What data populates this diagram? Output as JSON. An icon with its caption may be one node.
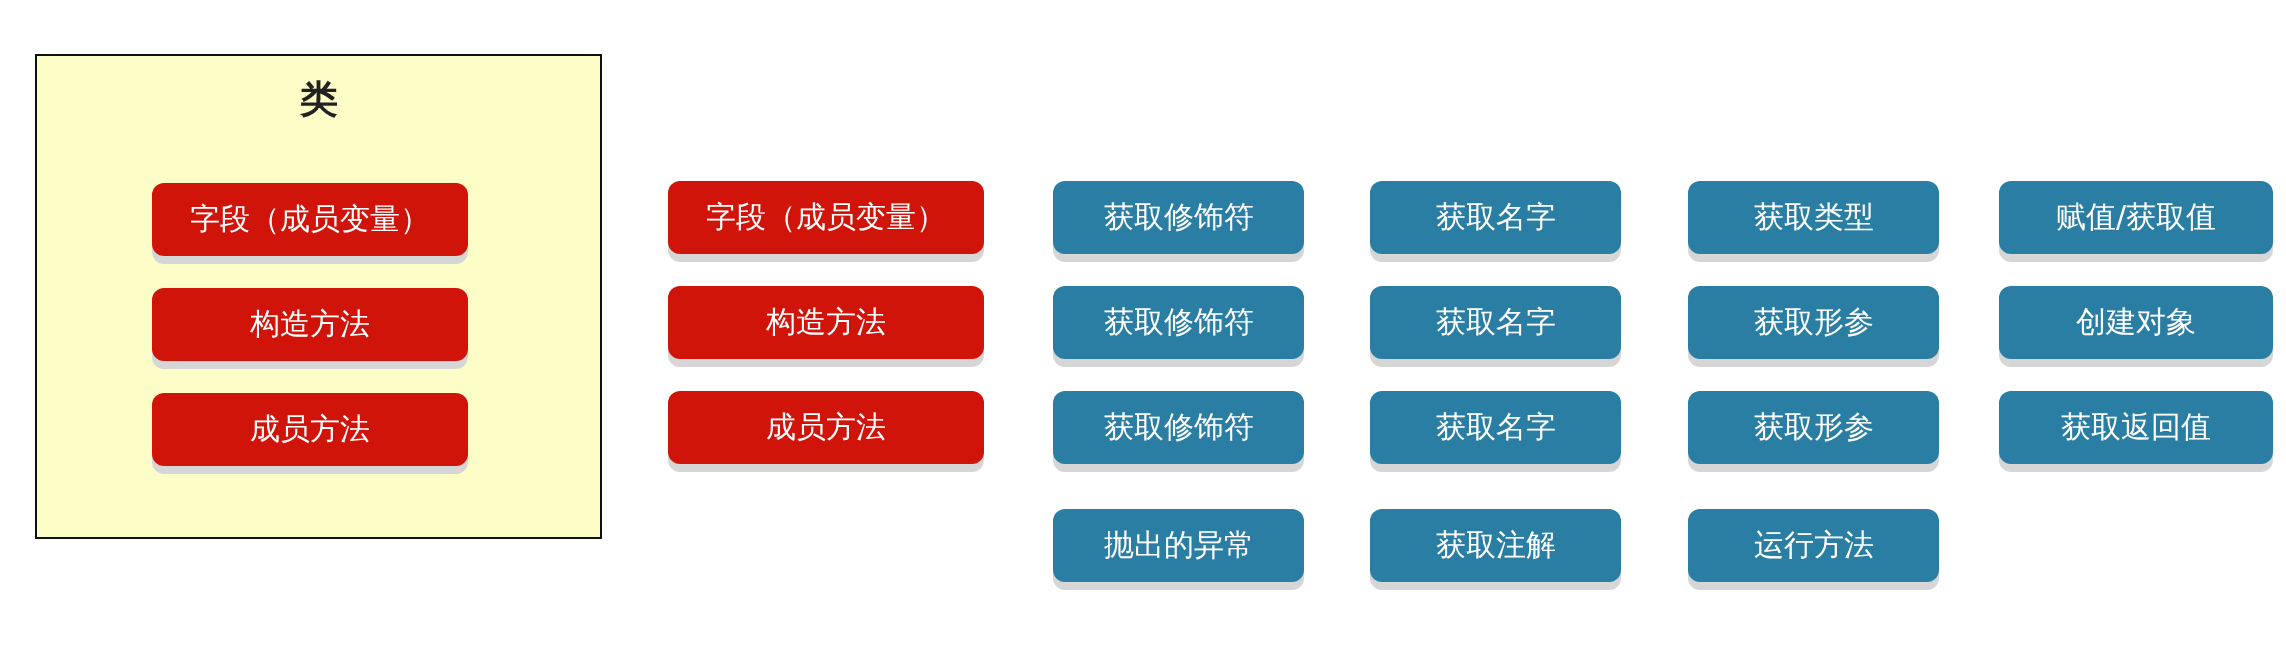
{
  "diagram": {
    "nodes": [
      {
        "text": [
          "类"
        ]
      },
      {
        "text": [
          "字段（成员变量）"
        ],
        "in": 0
      },
      {
        "text": [
          "构造方法"
        ],
        "in": 0
      },
      {
        "text": [
          "成员方法"
        ],
        "in": 0
      },
      {
        "text": [
          "字段（成员变量）"
        ]
      },
      {
        "text": [
          "构造方法"
        ]
      },
      {
        "text": [
          "成员方法"
        ]
      },
      {
        "text": [
          "获取修饰符"
        ]
      },
      {
        "text": [
          "获取名字"
        ]
      },
      {
        "text": [
          "获取类型"
        ]
      },
      {
        "text": [
          "赋值/获取值"
        ]
      },
      {
        "text": [
          "获取修饰符"
        ]
      },
      {
        "text": [
          "获取名字"
        ]
      },
      {
        "text": [
          "获取形参"
        ]
      },
      {
        "text": [
          "创建对象"
        ]
      },
      {
        "text": [
          "获取修饰符"
        ]
      },
      {
        "text": [
          "获取名字"
        ]
      },
      {
        "text": [
          "获取形参"
        ]
      },
      {
        "text": [
          "获取返回值"
        ]
      },
      {
        "text": [
          "抛出的异常"
        ]
      },
      {
        "text": [
          "获取注解"
        ]
      },
      {
        "text": [
          "运行方法"
        ]
      }
    ]
  }
}
